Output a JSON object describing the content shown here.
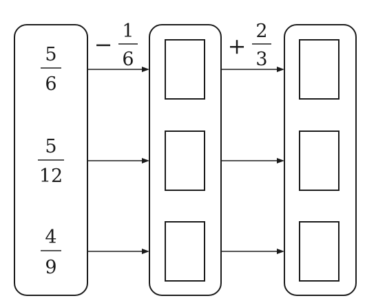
{
  "inputs": [
    {
      "num": "5",
      "den": "6"
    },
    {
      "num": "5",
      "den": "12"
    },
    {
      "num": "4",
      "den": "9"
    }
  ],
  "operations": [
    {
      "sign": "−",
      "num": "1",
      "den": "6"
    },
    {
      "sign": "+",
      "num": "2",
      "den": "3"
    }
  ]
}
